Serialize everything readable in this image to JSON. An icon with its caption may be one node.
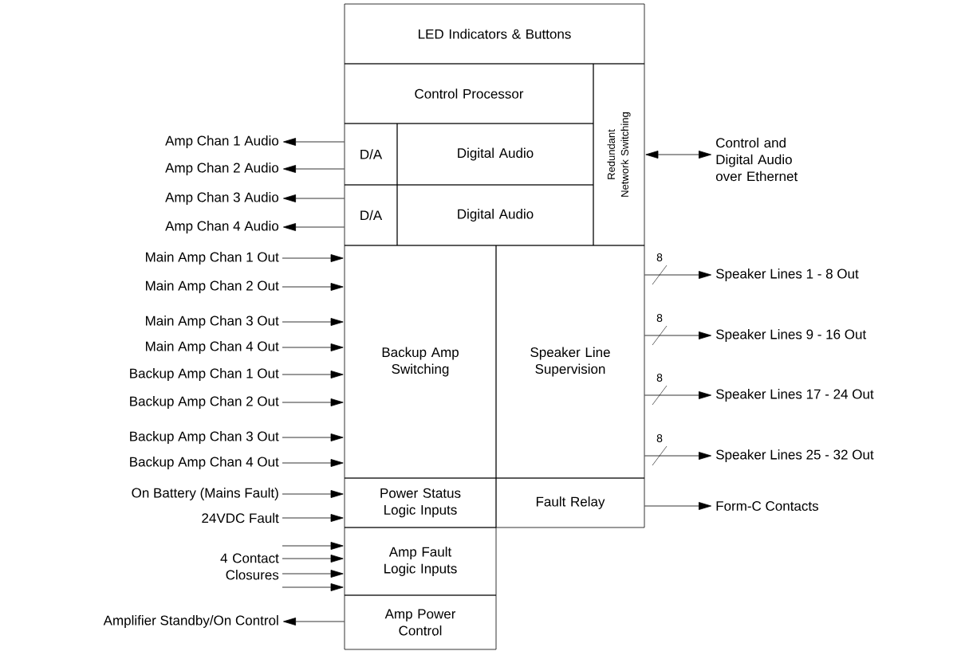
{
  "diagram": {
    "nodes": [
      {
        "text": [
          "LED Indicators & Buttons"
        ]
      },
      {
        "text": [
          "Control Processor"
        ]
      },
      {
        "text": [
          "Redundant Network Switching"
        ]
      },
      {
        "text": [
          "D/A"
        ]
      },
      {
        "text": [
          "Digital Audio"
        ]
      },
      {
        "text": [
          "D/A"
        ]
      },
      {
        "text": [
          "Digital Audio"
        ]
      },
      {
        "text": [
          "Backup Amp Switching"
        ]
      },
      {
        "text": [
          "Speaker Line Supervision"
        ]
      },
      {
        "text": [
          "Power Status Logic Inputs"
        ]
      },
      {
        "text": [
          "Fault Relay"
        ]
      },
      {
        "text": [
          "Amp Fault Logic Inputs"
        ]
      },
      {
        "text": [
          "Amp Power Control"
        ]
      },
      {
        "text": [
          "Amp Chan 1 Audio"
        ]
      },
      {
        "text": [
          "Amp Chan 2 Audio"
        ]
      },
      {
        "text": [
          "Amp Chan 3 Audio"
        ]
      },
      {
        "text": [
          "Amp Chan 4 Audio"
        ]
      },
      {
        "text": [
          "Control and Digital Audio over Ethernet"
        ]
      },
      {
        "text": [
          "Main Amp Chan 1 Out"
        ]
      },
      {
        "text": [
          "Main Amp Chan 2 Out"
        ]
      },
      {
        "text": [
          "Main Amp Chan 3 Out"
        ]
      },
      {
        "text": [
          "Main Amp Chan 4 Out"
        ]
      },
      {
        "text": [
          "Backup Amp Chan 1 Out"
        ]
      },
      {
        "text": [
          "Backup Amp Chan 2 Out"
        ]
      },
      {
        "text": [
          "Backup Amp Chan 3 Out"
        ]
      },
      {
        "text": [
          "Backup Amp Chan 4 Out"
        ]
      },
      {
        "text": [
          "On Battery (Mains Fault)"
        ]
      },
      {
        "text": [
          "24VDC Fault"
        ]
      },
      {
        "text": [
          "4 Contact Closures"
        ]
      },
      {
        "text": [
          "Amplifier Standby/On Control"
        ]
      },
      {
        "text": [
          "Speaker Lines 1 - 8 Out"
        ]
      },
      {
        "text": [
          "Speaker Lines 9 - 16 Out"
        ]
      },
      {
        "text": [
          "Speaker Lines 17 - 24 Out"
        ]
      },
      {
        "text": [
          "Speaker Lines 25 - 32 Out"
        ]
      },
      {
        "text": [
          "Form-C Contacts"
        ]
      }
    ],
    "edges": [
      {
        "from": 3,
        "to": 13,
        "arrow": "to"
      },
      {
        "from": 3,
        "to": 14,
        "arrow": "to"
      },
      {
        "from": 5,
        "to": 15,
        "arrow": "to"
      },
      {
        "from": 5,
        "to": 16,
        "arrow": "to"
      },
      {
        "from": 2,
        "to": 17,
        "arrow": "both"
      },
      {
        "from": 18,
        "to": 7,
        "arrow": "to"
      },
      {
        "from": 19,
        "to": 7,
        "arrow": "to"
      },
      {
        "from": 20,
        "to": 7,
        "arrow": "to"
      },
      {
        "from": 21,
        "to": 7,
        "arrow": "to"
      },
      {
        "from": 22,
        "to": 7,
        "arrow": "to"
      },
      {
        "from": 23,
        "to": 7,
        "arrow": "to"
      },
      {
        "from": 24,
        "to": 7,
        "arrow": "to"
      },
      {
        "from": 25,
        "to": 7,
        "arrow": "to"
      },
      {
        "from": 26,
        "to": 9,
        "arrow": "to"
      },
      {
        "from": 27,
        "to": 9,
        "arrow": "to"
      },
      {
        "from": 28,
        "to": 11,
        "arrow": "to"
      },
      {
        "from": 28,
        "to": 11,
        "arrow": "to"
      },
      {
        "from": 28,
        "to": 11,
        "arrow": "to"
      },
      {
        "from": 28,
        "to": 11,
        "arrow": "to"
      },
      {
        "from": 12,
        "to": 29,
        "arrow": "to"
      },
      {
        "from": 8,
        "to": 30,
        "arrow": "to",
        "label": "8"
      },
      {
        "from": 8,
        "to": 31,
        "arrow": "to",
        "label": "8"
      },
      {
        "from": 8,
        "to": 32,
        "arrow": "to",
        "label": "8"
      },
      {
        "from": 8,
        "to": 33,
        "arrow": "to",
        "label": "8"
      },
      {
        "from": 10,
        "to": 34,
        "arrow": "to"
      }
    ]
  }
}
